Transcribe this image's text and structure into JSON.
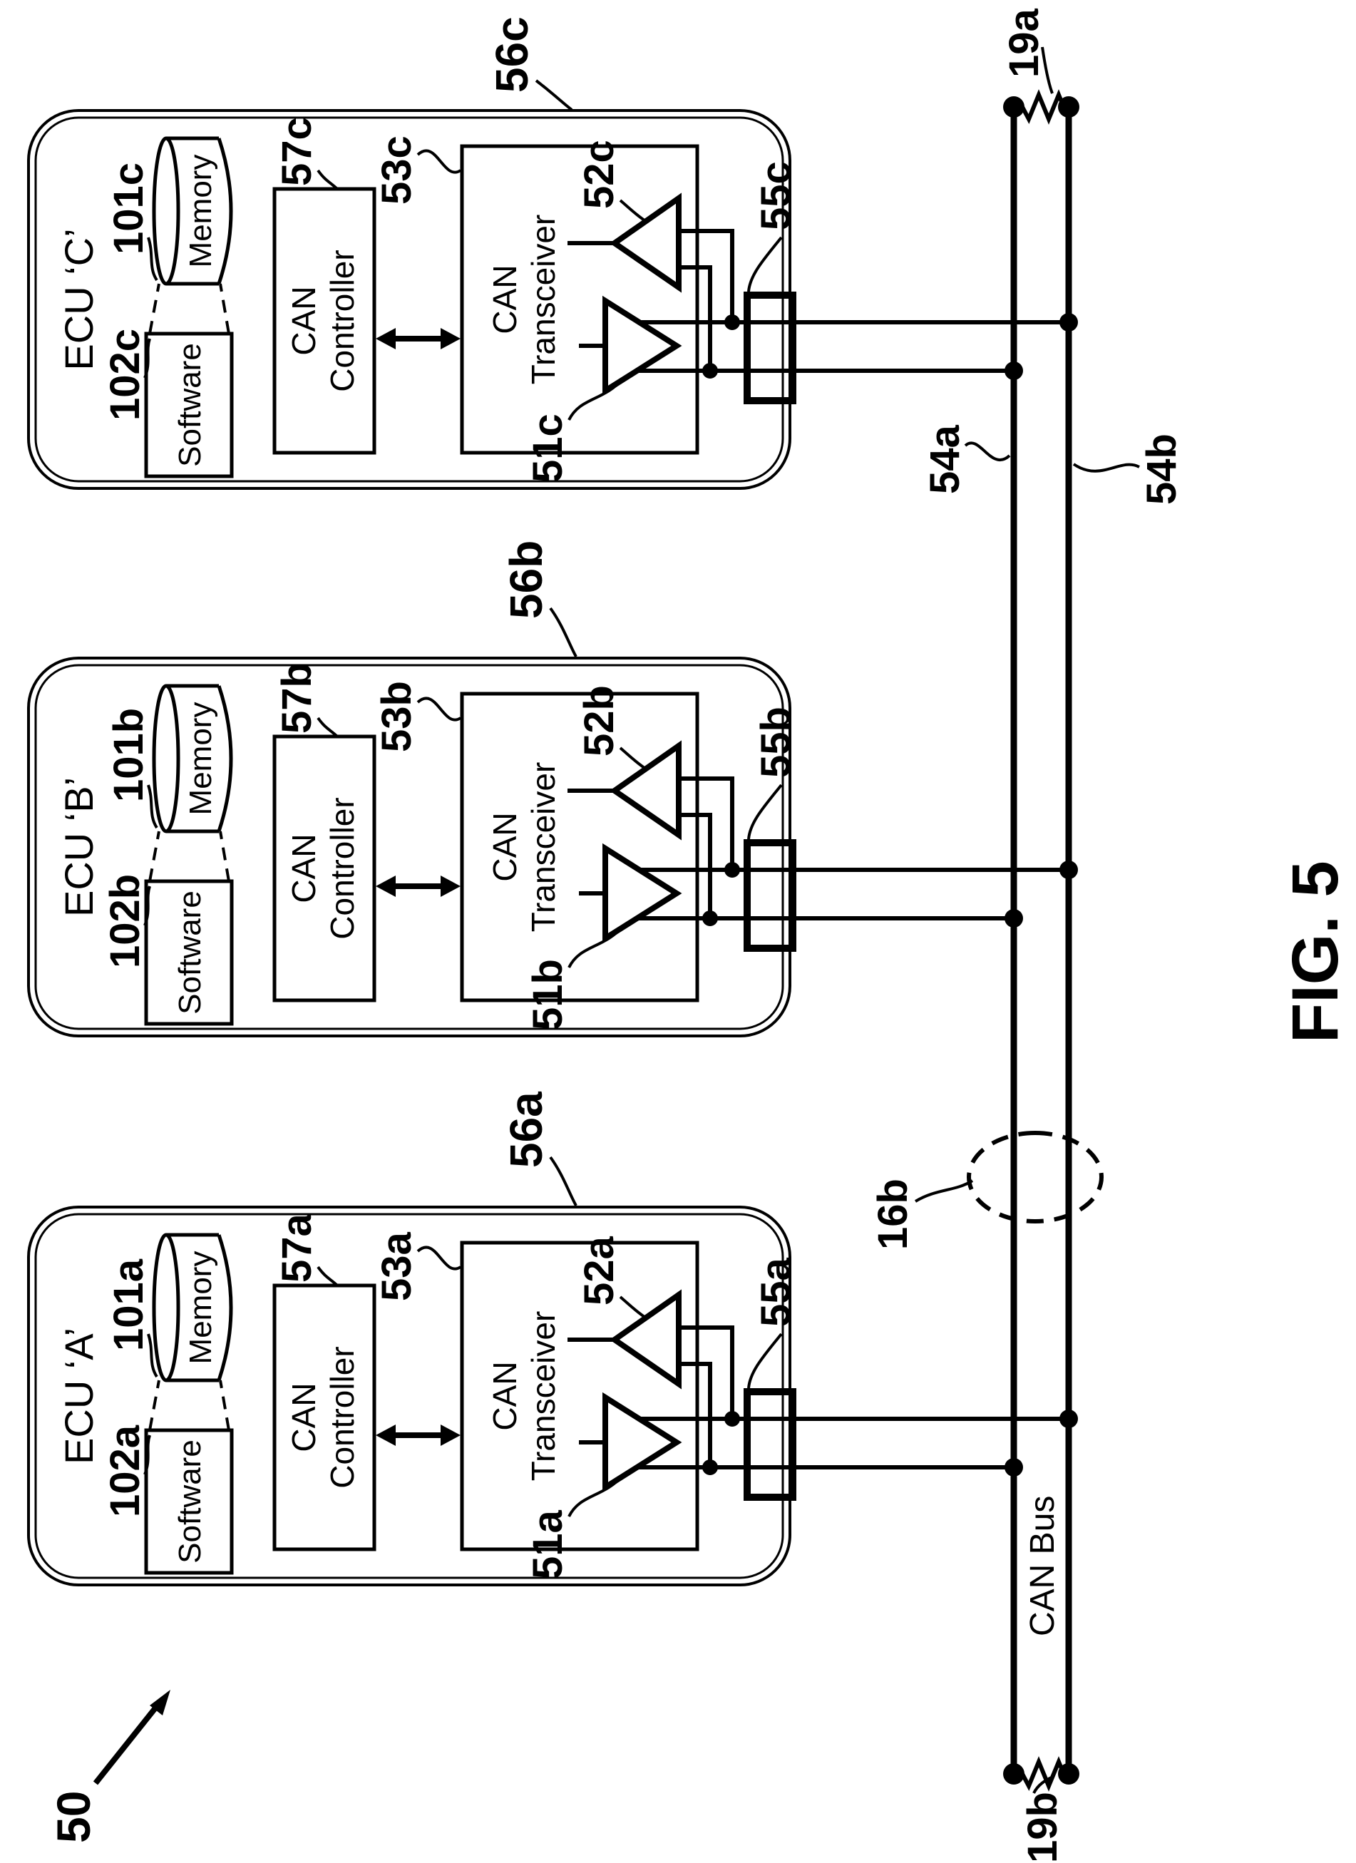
{
  "figure_label": "FIG. 5",
  "system_ref": "50",
  "bus": {
    "label": "CAN Bus",
    "wire_a_ref": "54a",
    "wire_b_ref": "54b",
    "terminator_top_ref": "19a",
    "terminator_bottom_ref": "19b",
    "segment_ref": "16b"
  },
  "ecus": [
    {
      "title": "ECU ‘A’",
      "ref": "56a",
      "memory_label": "Memory",
      "memory_ref": "101a",
      "software_label": "Software",
      "software_ref": "102a",
      "controller_lines": [
        "CAN",
        "Controller"
      ],
      "controller_ref": "57a",
      "transceiver_lines": [
        "CAN",
        "Transceiver"
      ],
      "transceiver_ref": "53a",
      "driver_ref": "51a",
      "receiver_ref": "52a",
      "connector_ref": "55a"
    },
    {
      "title": "ECU ‘B’",
      "ref": "56b",
      "memory_label": "Memory",
      "memory_ref": "101b",
      "software_label": "Software",
      "software_ref": "102b",
      "controller_lines": [
        "CAN",
        "Controller"
      ],
      "controller_ref": "57b",
      "transceiver_lines": [
        "CAN",
        "Transceiver"
      ],
      "transceiver_ref": "53b",
      "driver_ref": "51b",
      "receiver_ref": "52b",
      "connector_ref": "55b"
    },
    {
      "title": "ECU ‘C’",
      "ref": "56c",
      "memory_label": "Memory",
      "memory_ref": "101c",
      "software_label": "Software",
      "software_ref": "102c",
      "controller_lines": [
        "CAN",
        "Controller"
      ],
      "controller_ref": "57c",
      "transceiver_lines": [
        "CAN",
        "Transceiver"
      ],
      "transceiver_ref": "53c",
      "driver_ref": "51c",
      "receiver_ref": "52c",
      "connector_ref": "55c"
    }
  ]
}
